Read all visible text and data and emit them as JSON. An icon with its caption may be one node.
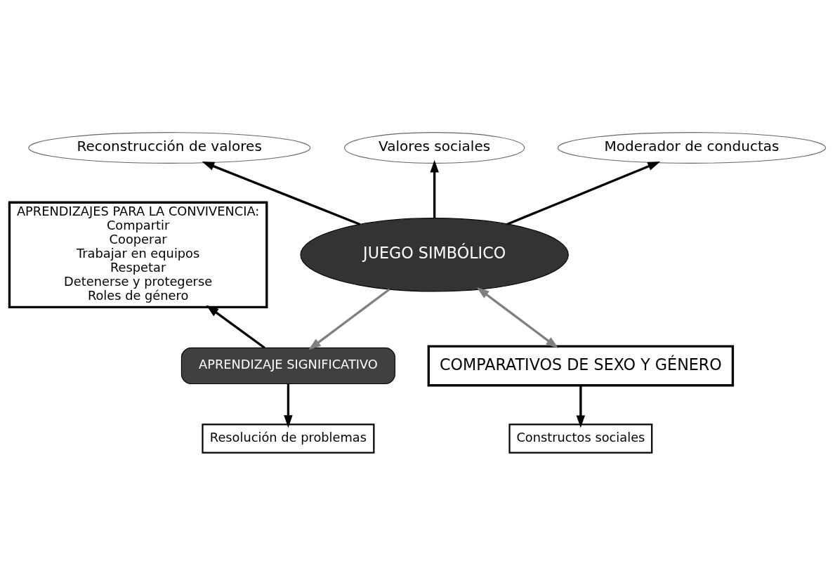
{
  "diagram": {
    "nodes": [
      {
        "text": [
          "APRENDIZAJES PARA LA CONVIVENCIA:",
          "Compartir",
          "Cooperar",
          "Trabajar en equipos",
          "Respetar",
          "Detenerse y protegerse",
          "Roles de género"
        ]
      },
      {
        "text": [
          "Reconstrucción de valores"
        ]
      },
      {
        "text": [
          "Valores sociales"
        ]
      },
      {
        "text": [
          "Moderador de conductas"
        ]
      },
      {
        "text": [
          "JUEGO SIMBÓLICO"
        ]
      },
      {
        "text": [
          "COMPARATIVOS DE SEXO Y GÉNERO"
        ]
      },
      {
        "text": [
          "APRENDIZAJE SIGNIFICATIVO"
        ]
      },
      {
        "text": [
          "Resolución de problemas"
        ]
      },
      {
        "text": [
          "Constructos sociales"
        ]
      }
    ],
    "edges": [
      {
        "from": 4,
        "to": 1,
        "arrow": "to"
      },
      {
        "from": 4,
        "to": 2,
        "arrow": "to"
      },
      {
        "from": 4,
        "to": 3,
        "arrow": "to"
      },
      {
        "from": 4,
        "to": 6,
        "arrow": "to",
        "color": "#808080"
      },
      {
        "from": 4,
        "to": 5,
        "arrow": "both",
        "color": "#808080"
      },
      {
        "from": 6,
        "to": 0,
        "arrow": "to"
      },
      {
        "from": 6,
        "to": 7,
        "arrow": "to"
      },
      {
        "from": 5,
        "to": 8,
        "arrow": "to"
      }
    ]
  }
}
